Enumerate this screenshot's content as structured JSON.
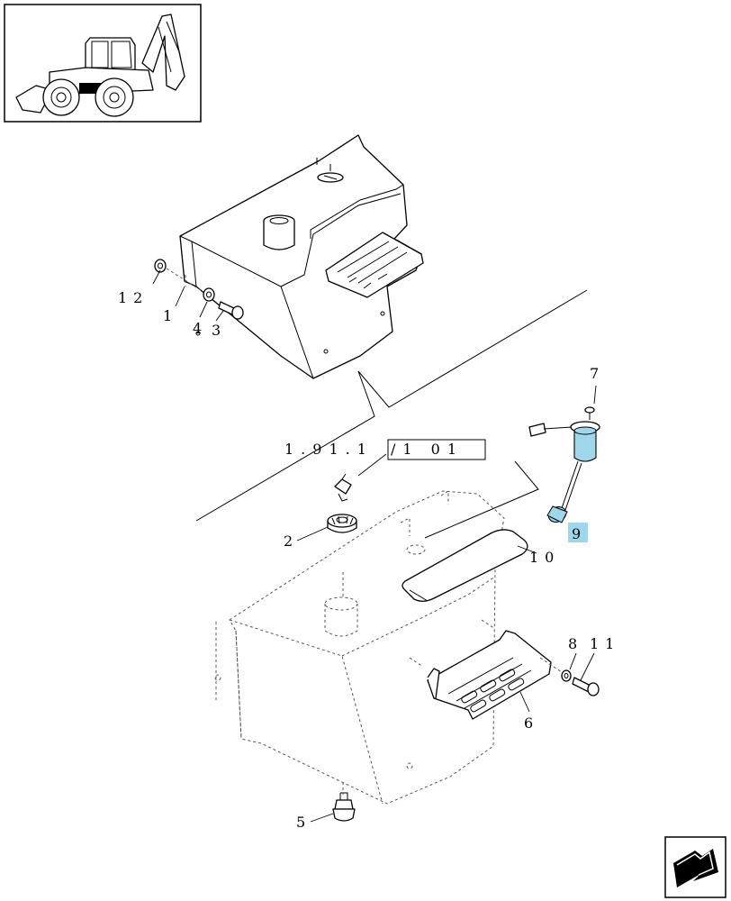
{
  "callouts": {
    "c1": "1",
    "c2": "2",
    "c3": "3",
    "c4": "4",
    "c5": "5",
    "c6": "6",
    "c7": "7",
    "c8": "8",
    "c9": "9",
    "c10": "10",
    "c11": "11",
    "c12": "12"
  },
  "reference": {
    "prefix": "1.91.1",
    "boxed": "/1 01"
  },
  "highlight_color": "#9fd7ea",
  "icons": {
    "thumbnail": "backhoe-loader-thumbnail-icon",
    "next_page": "next-page-arrow-icon"
  }
}
